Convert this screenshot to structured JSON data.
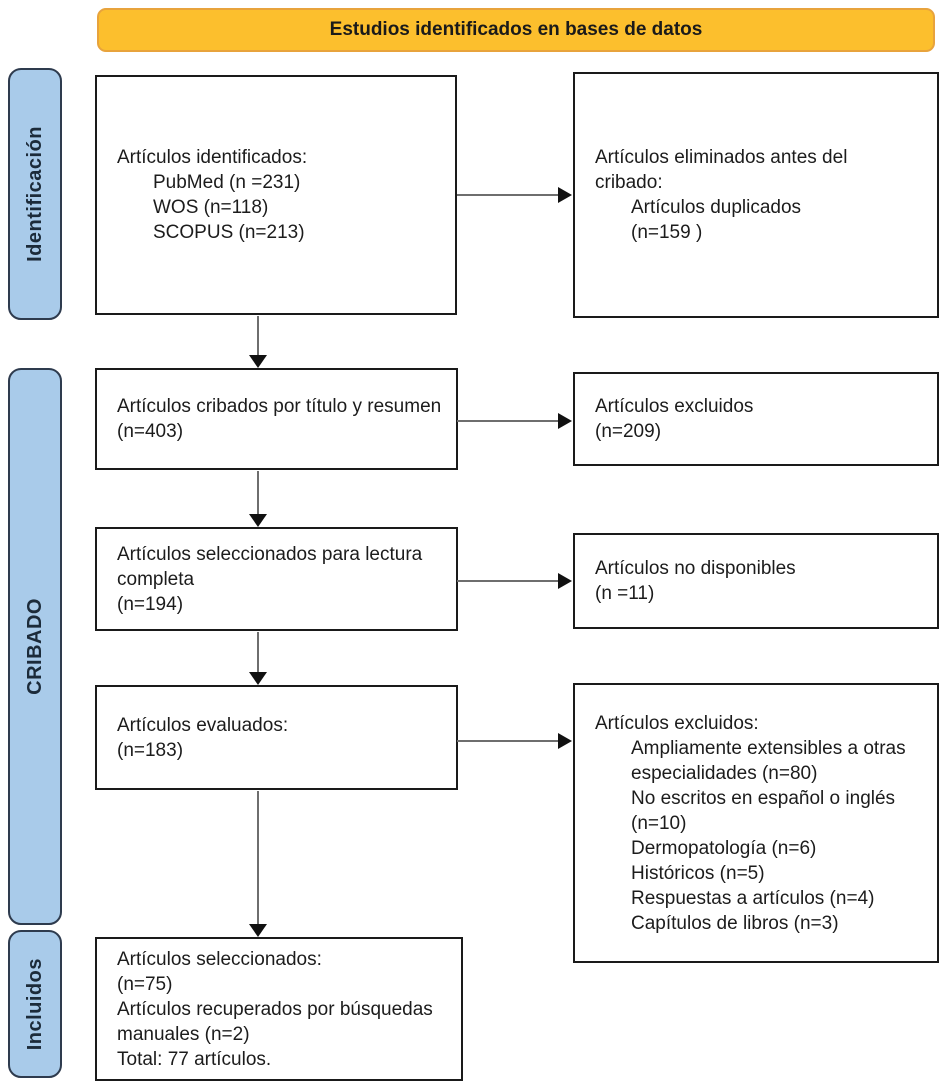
{
  "header": {
    "title": "Estudios identificados en bases de datos"
  },
  "stages": {
    "identification": "Identificación",
    "screening": "CRIBADO",
    "included": "Incluidos"
  },
  "boxes": {
    "identified": {
      "lines": [
        "Artículos identificados:",
        "PubMed (n =231)",
        "WOS (n=118)",
        "SCOPUS (n=213)"
      ]
    },
    "removed_before_screening": {
      "lines": [
        "Artículos eliminados antes del cribado:",
        "Artículos duplicados",
        "(n=159 )"
      ]
    },
    "screened": {
      "lines": [
        "Artículos cribados por título y resumen",
        "(n=403)"
      ]
    },
    "excluded_screening": {
      "lines": [
        "Artículos excluidos",
        "(n=209)"
      ]
    },
    "selected_full_text": {
      "lines": [
        "Artículos seleccionados para lectura completa",
        "(n=194)"
      ]
    },
    "not_available": {
      "lines": [
        "Artículos no disponibles",
        "(n =11)"
      ]
    },
    "assessed": {
      "lines": [
        "Artículos evaluados:",
        "(n=183)"
      ]
    },
    "excluded_assessment": {
      "lines": [
        "Artículos excluidos:",
        "Ampliamente extensibles a otras especialidades (n=80)",
        "No escritos en español o inglés (n=10)",
        "Dermopatología (n=6)",
        "Históricos (n=5)",
        "Respuestas a artículos (n=4)",
        "Capítulos de libros (n=3)"
      ]
    },
    "included_final": {
      "lines": [
        "Artículos seleccionados:",
        "(n=75)",
        "Artículos recuperados por búsquedas manuales (n=2)",
        "Total: 77 artículos."
      ]
    }
  },
  "colors": {
    "header_fill": "#FCBF2D",
    "header_border": "#E8A33C",
    "stage_fill": "#A9CBEA",
    "stage_border": "#2E3B4E",
    "box_border": "#1A1A1A",
    "arrow_line": "#6E6E6E",
    "arrow_head": "#111111"
  }
}
